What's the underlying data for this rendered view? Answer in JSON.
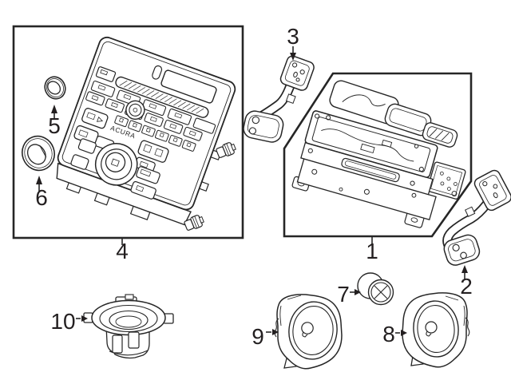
{
  "diagram": {
    "kind": "exploded-parts-line-drawing",
    "colors": {
      "line": "#262626",
      "label": "#231f20",
      "background": "#ffffff"
    }
  },
  "faceplate": {
    "brand": "ACURA"
  },
  "callouts": [
    {
      "label": "1"
    },
    {
      "label": "2"
    },
    {
      "label": "3"
    },
    {
      "label": "4"
    },
    {
      "label": "5"
    },
    {
      "label": "6"
    },
    {
      "label": "7"
    },
    {
      "label": "8"
    },
    {
      "label": "9"
    },
    {
      "label": "10"
    }
  ]
}
